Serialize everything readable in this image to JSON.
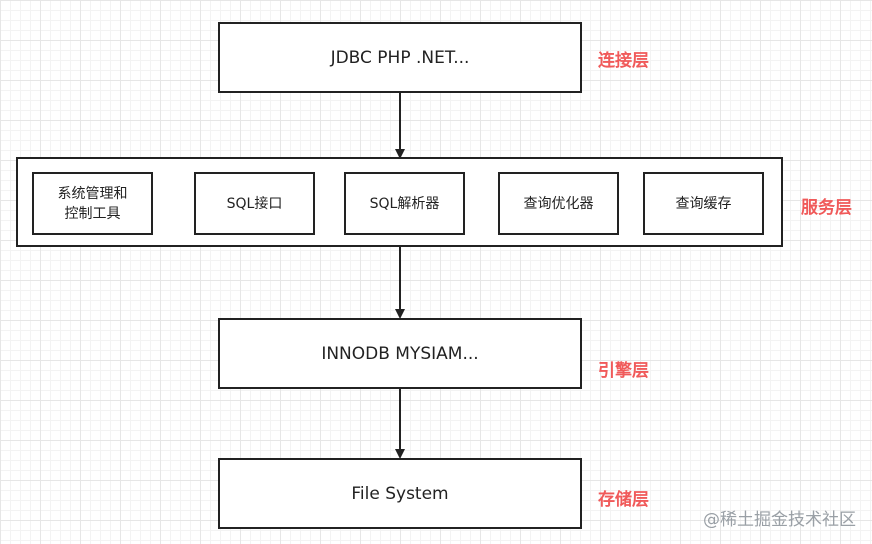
{
  "layers": {
    "connection": {
      "box_text": "JDBC PHP .NET...",
      "label": "连接层"
    },
    "service": {
      "label": "服务层",
      "components": [
        {
          "line1": "系统管理和",
          "line2": "控制工具"
        },
        {
          "line1": "SQL接口",
          "line2": ""
        },
        {
          "line1": "SQL解析器",
          "line2": ""
        },
        {
          "line1": "查询优化器",
          "line2": ""
        },
        {
          "line1": "查询缓存",
          "line2": ""
        }
      ]
    },
    "engine": {
      "box_text": "INNODB MYSIAM...",
      "label": "引擎层"
    },
    "storage": {
      "box_text": "File System",
      "label": "存储层"
    }
  },
  "watermark": "@稀土掘金技术社区",
  "colors": {
    "label": "#f05a5a",
    "border": "#222222",
    "grid": "#e6e6e6",
    "watermark": "#9aa0a6"
  }
}
